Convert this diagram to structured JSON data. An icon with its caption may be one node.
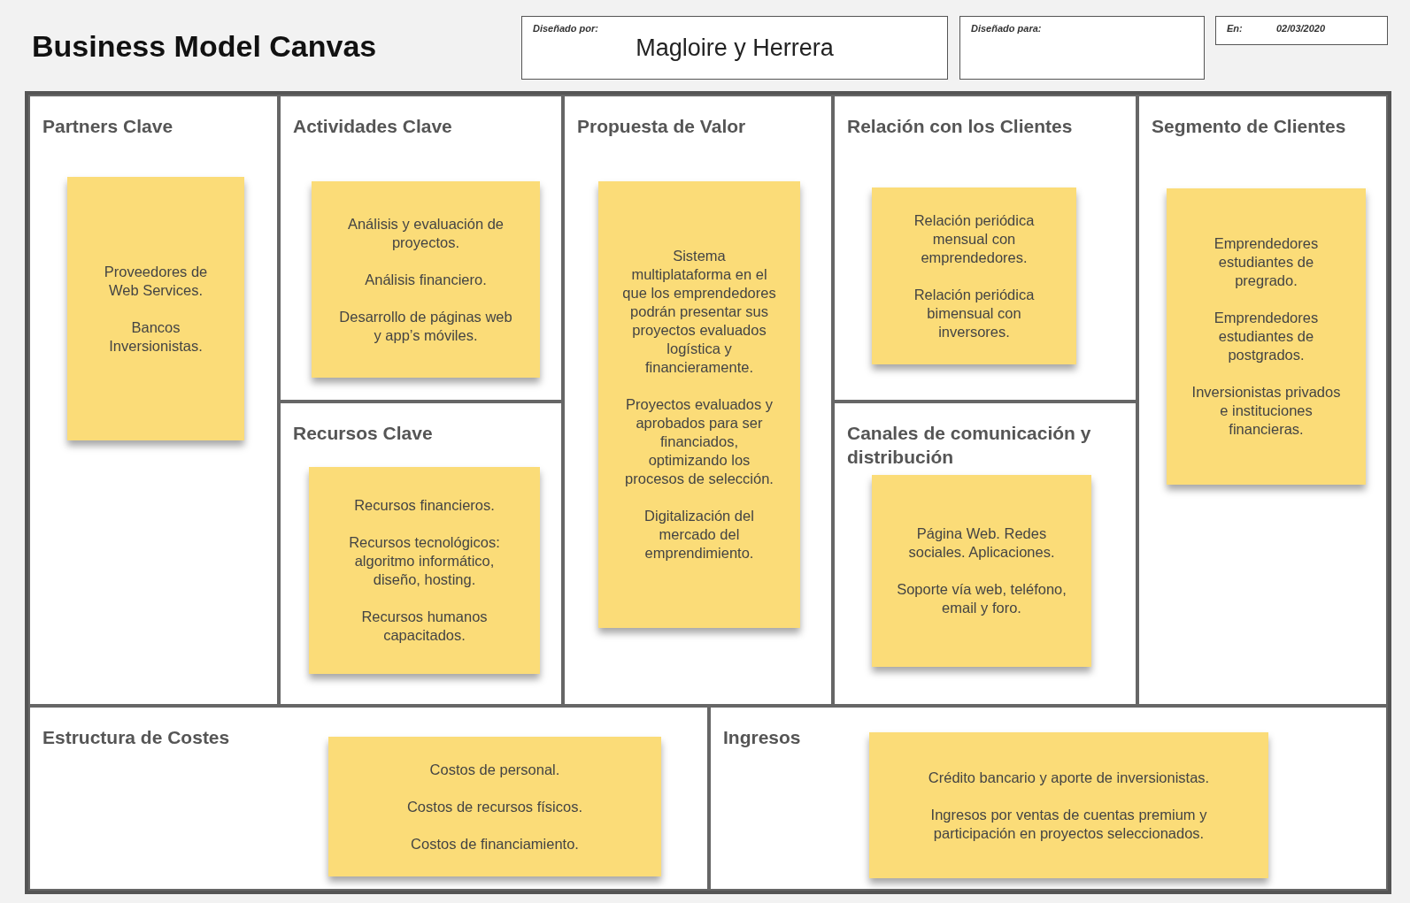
{
  "diagram": {
    "title": "Business Model Canvas",
    "nodes": [
      {
        "text": [
          "Diseñado por:",
          "Magloire y Herrera"
        ]
      },
      {
        "text": [
          "Diseñado para:"
        ]
      },
      {
        "text": [
          "En:",
          "02/03/2020"
        ]
      },
      {
        "text": [
          "Partners Clave"
        ]
      },
      {
        "text": [
          "Proveedores de Web Services.",
          "Bancos Inversionistas."
        ],
        "in": 3
      },
      {
        "text": [
          "Actividades Clave"
        ]
      },
      {
        "text": [
          "Análisis y evaluación de proyectos.",
          "Análisis financiero.",
          "Desarrollo de páginas web y app’s móviles."
        ],
        "in": 5
      },
      {
        "text": [
          "Recursos Clave"
        ]
      },
      {
        "text": [
          "Recursos financieros.",
          "Recursos tecnológicos: algoritmo informático, diseño, hosting.",
          "Recursos humanos capacitados."
        ],
        "in": 7
      },
      {
        "text": [
          "Propuesta de Valor"
        ]
      },
      {
        "text": [
          "Sistema multiplataforma en el que los emprendedores podrán presentar sus proyectos evaluados logística y financieramente.",
          "Proyectos evaluados y aprobados para ser financiados, optimizando los procesos de selección.",
          "Digitalización del mercado del emprendimiento."
        ],
        "in": 9
      },
      {
        "text": [
          "Relación con los Clientes"
        ]
      },
      {
        "text": [
          "Relación periódica mensual con emprendedores.",
          "Relación periódica bimensual con inversores."
        ],
        "in": 11
      },
      {
        "text": [
          "Canales de comunicación y distribución"
        ]
      },
      {
        "text": [
          "Página Web. Redes sociales. Aplicaciones.",
          "Soporte vía web, teléfono, email y foro."
        ],
        "in": 13
      },
      {
        "text": [
          "Segmento de Clientes"
        ]
      },
      {
        "text": [
          "Emprendedores estudiantes de pregrado.",
          "Emprendedores estudiantes de postgrados.",
          "Inversionistas privados e instituciones financieras."
        ],
        "in": 15
      },
      {
        "text": [
          "Estructura de Costes"
        ]
      },
      {
        "text": [
          "Costos de personal.",
          "Costos de recursos físicos.",
          "Costos de financiamiento."
        ],
        "in": 17
      },
      {
        "text": [
          "Ingresos"
        ]
      },
      {
        "text": [
          "Crédito bancario y aporte de inversionistas.",
          "Ingresos por ventas de cuentas premium y participación en proyectos seleccionados."
        ],
        "in": 19
      }
    ],
    "edges": []
  }
}
